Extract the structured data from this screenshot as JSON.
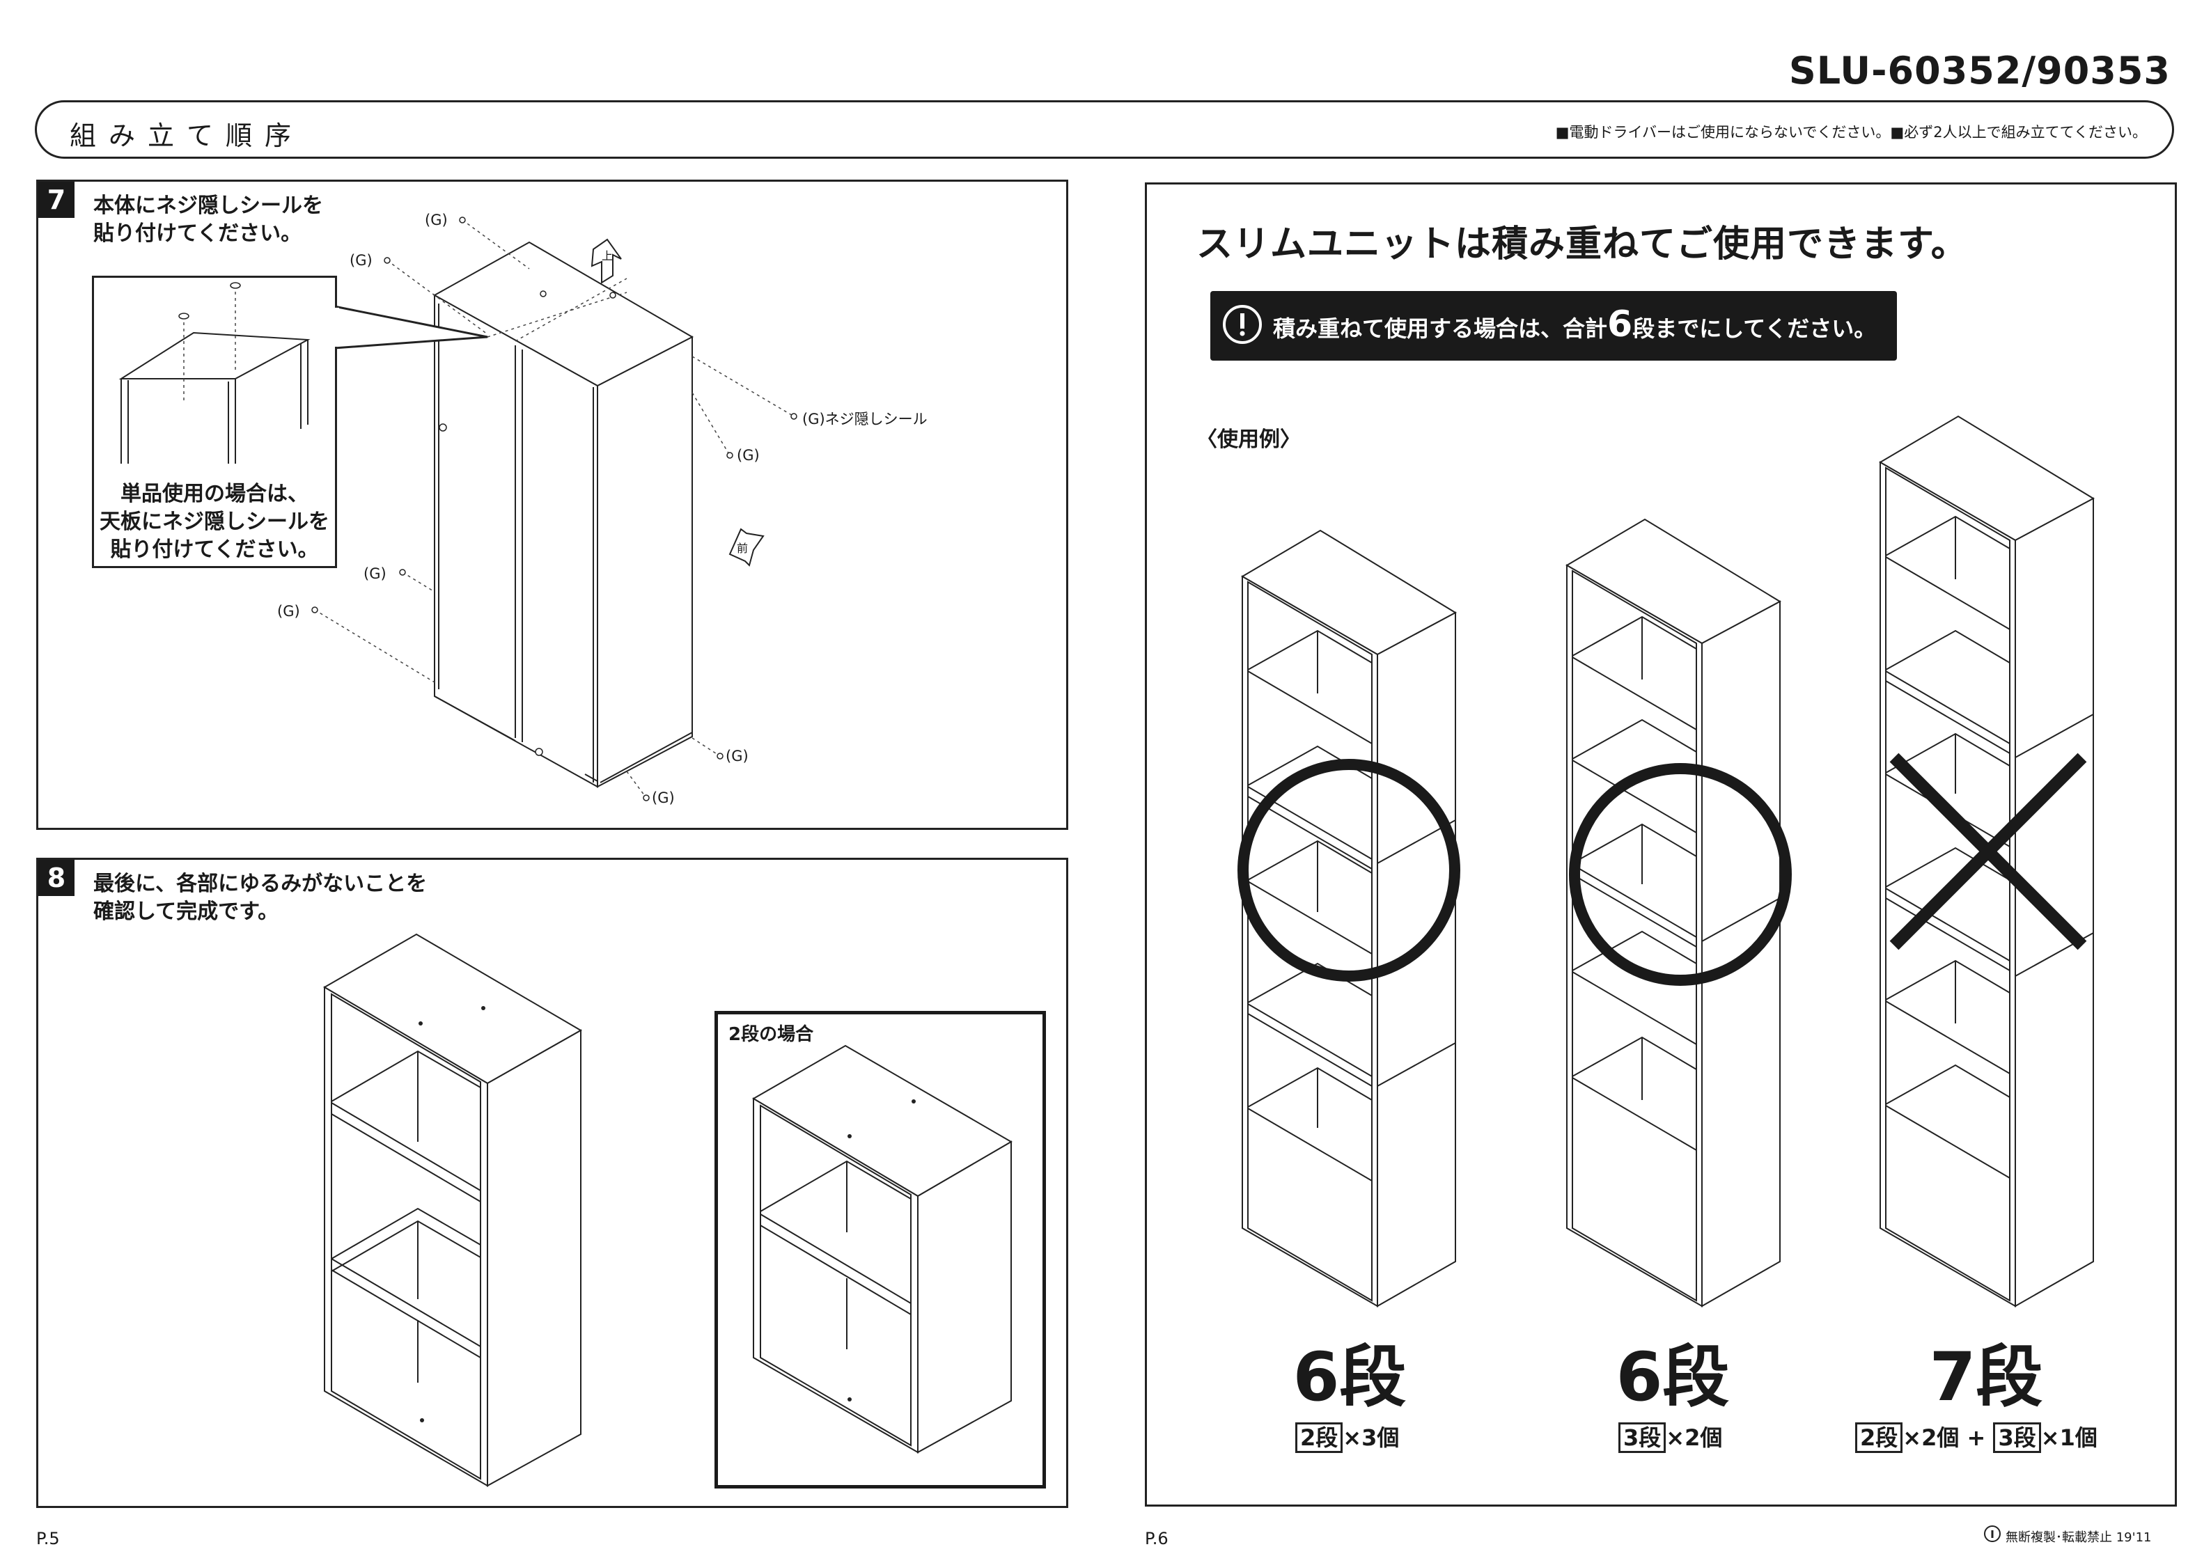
{
  "header": {
    "model": "SLU-60352/90353",
    "title": "組み立て順序",
    "note": "■電動ドライバーはご使用にならないでください。■必ず2人以上で組み立ててください。"
  },
  "step7": {
    "number": "7",
    "instruction_line1": "本体にネジ隠しシールを",
    "instruction_line2": "貼り付けてください。",
    "callout_line1": "単品使用の場合は、",
    "callout_line2": "天板にネジ隠しシールを",
    "callout_line3": "貼り付けてください。",
    "label_g": "(G)",
    "label_g_sticker": "(G)ネジ隠しシール",
    "arrow_top": "上",
    "arrow_front": "前"
  },
  "step8": {
    "number": "8",
    "instruction_line1": "最後に、各部にゆるみがないことを",
    "instruction_line2": "確認して完成です。",
    "two_tier_label": "2段の場合"
  },
  "stacking": {
    "title": "スリムユニットは積み重ねてご使用できます。",
    "warning_pre": "積み重ねて使用する場合は、合計",
    "warning_num": "6",
    "warning_post": "段までにしてください。",
    "example_label": "〈使用例〉",
    "examples": [
      {
        "count": "6段",
        "unit": "2段",
        "times": "×3個",
        "verdict": "ok"
      },
      {
        "count": "6段",
        "unit": "3段",
        "times": "×2個",
        "verdict": "ok"
      },
      {
        "count": "7段",
        "unit_a": "2段",
        "times_a": "×2個 +",
        "unit_b": "3段",
        "times_b": "×1個",
        "verdict": "ng"
      }
    ]
  },
  "footer": {
    "page_left": "P.5",
    "page_right": "P.6",
    "copyright": "無断複製･転載禁止 19'11"
  }
}
